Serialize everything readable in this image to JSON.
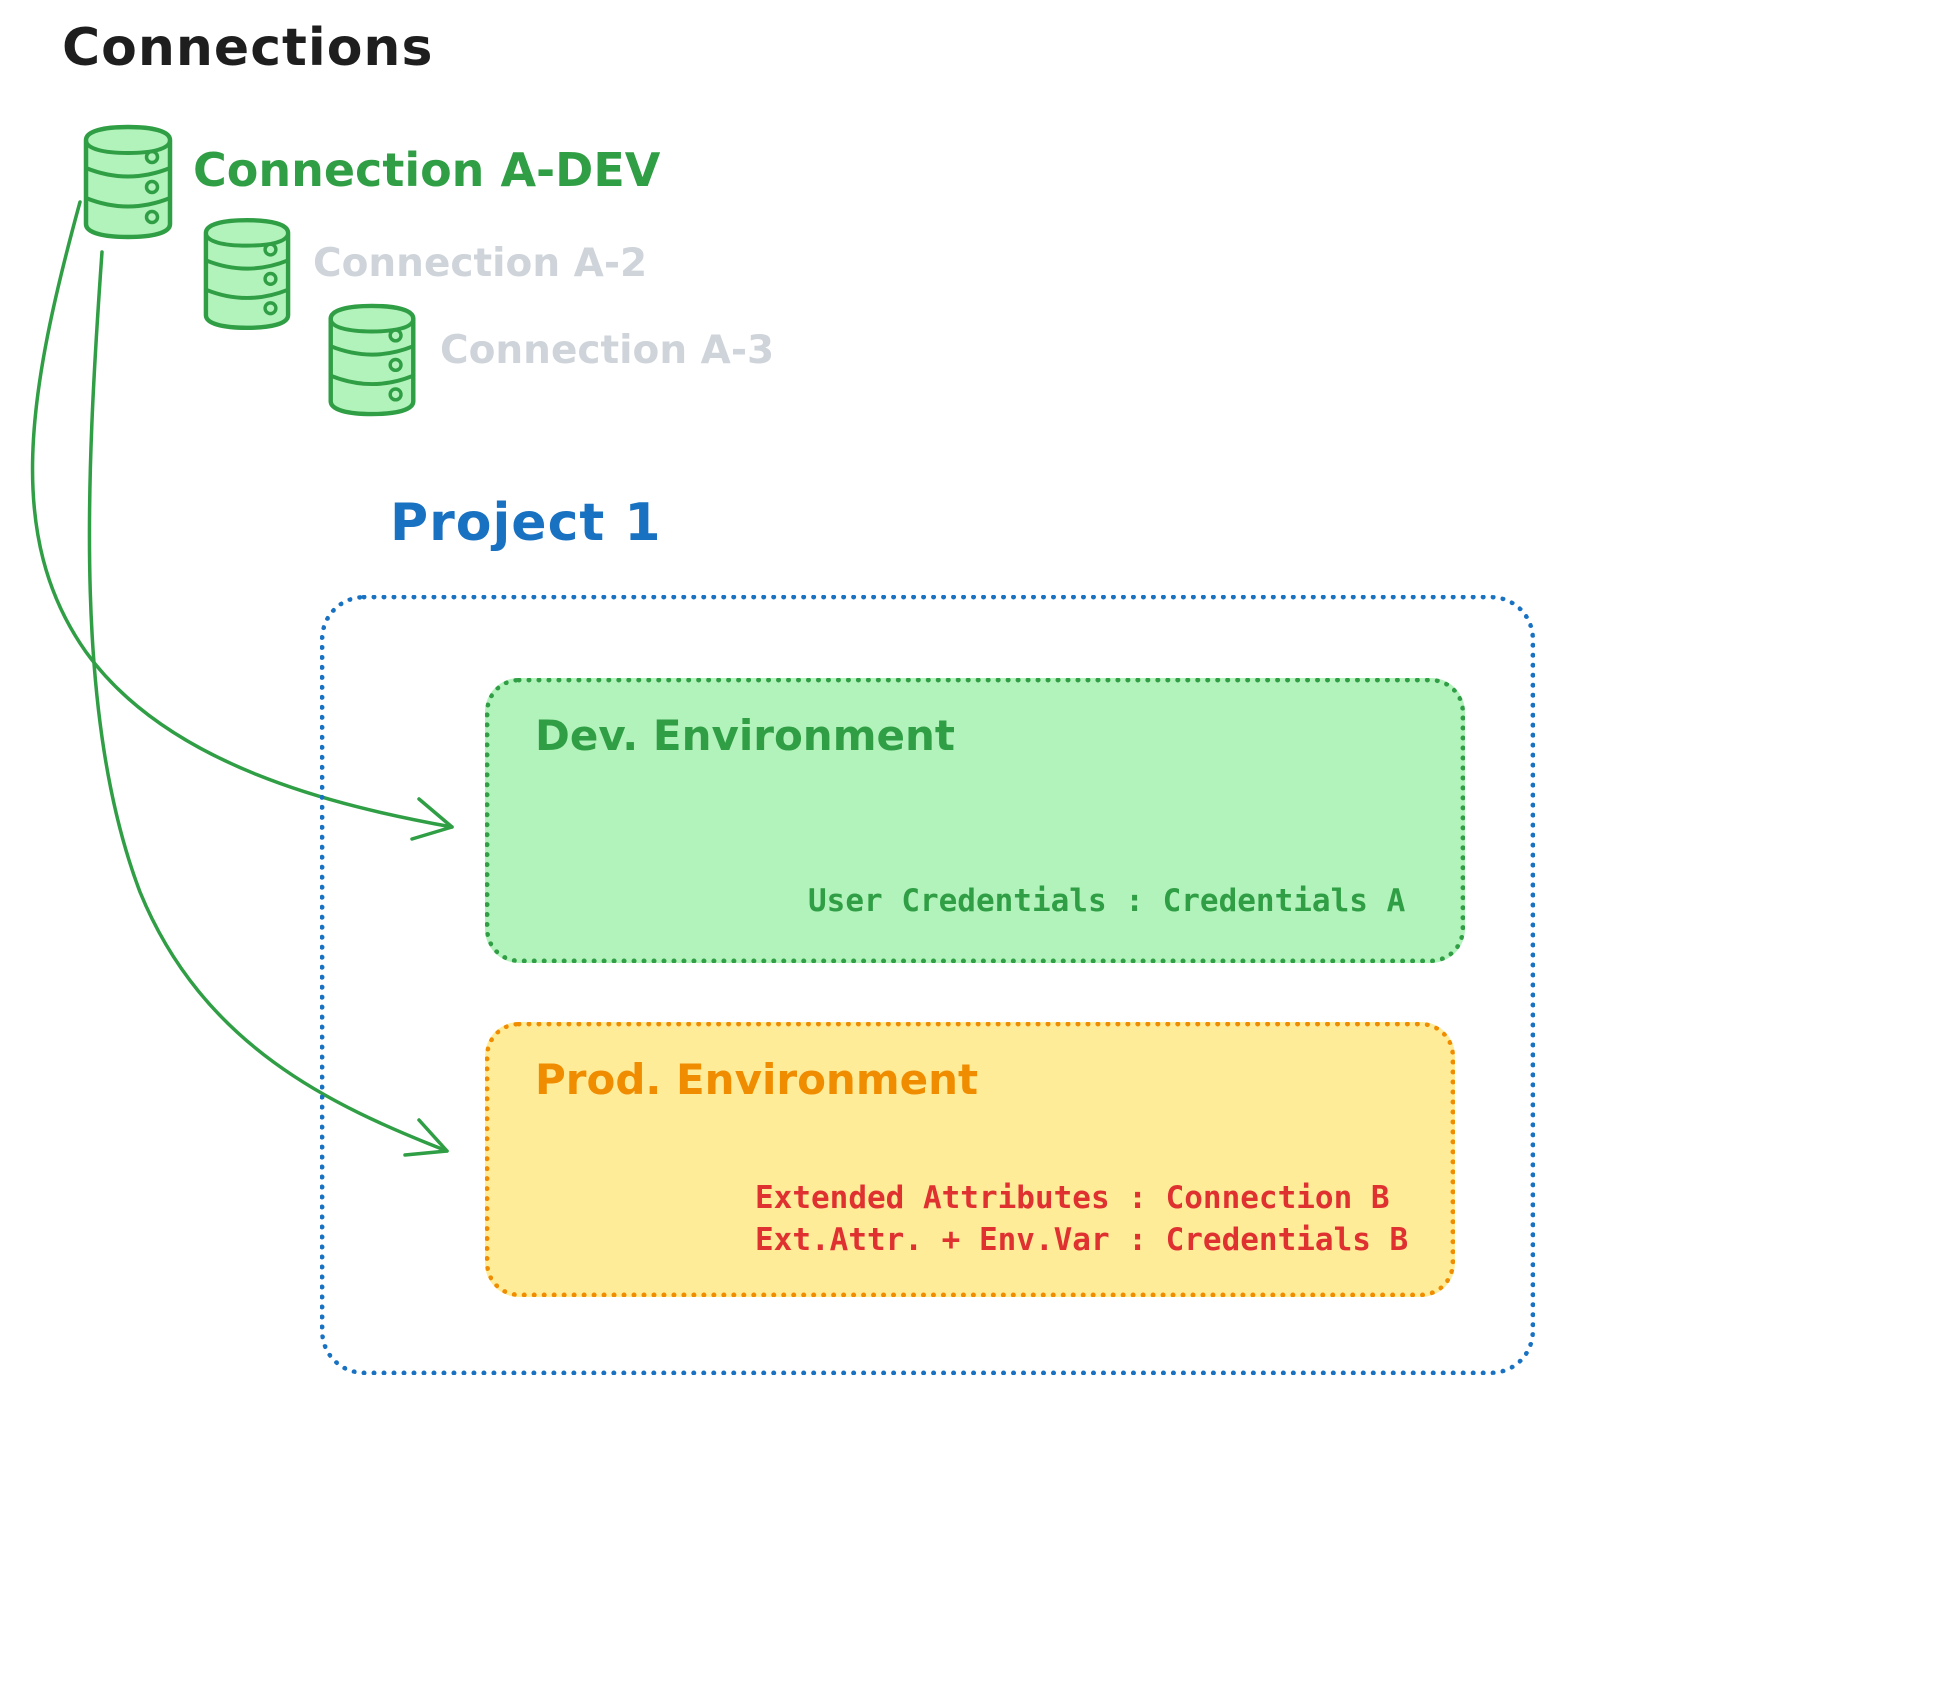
{
  "page": {
    "title": "Connections"
  },
  "connections": [
    {
      "label": "Connection A-DEV",
      "icon": "database-icon",
      "state": "active"
    },
    {
      "label": "Connection A-2",
      "icon": "database-icon",
      "state": "inactive"
    },
    {
      "label": "Connection A-3",
      "icon": "database-icon",
      "state": "inactive"
    }
  ],
  "project": {
    "title": "Project 1",
    "environments": [
      {
        "name": "Dev. Environment",
        "lines": [
          "User Credentials : Credentials A"
        ]
      },
      {
        "name": "Prod. Environment",
        "lines": [
          "Extended Attributes : Connection B",
          "Ext.Attr. + Env.Var : Credentials B"
        ]
      }
    ]
  },
  "links": [
    {
      "from": "Connection A-DEV",
      "to": "Dev. Environment"
    },
    {
      "from": "Connection A-DEV",
      "to": "Prod. Environment"
    }
  ],
  "colors": {
    "heading_text": "#1e1e1e",
    "active_connection": "#2f9e44",
    "inactive_connection": "#ced4da",
    "connection_fill": "#b2f2bb",
    "project_accent": "#1971c2",
    "dev_border": "#2f9e44",
    "dev_fill": "#b2f2bb",
    "dev_text": "#2f9e44",
    "prod_border": "#f08c00",
    "prod_fill": "#ffec99",
    "prod_title_text": "#f08c00",
    "prod_detail_text": "#e03131"
  }
}
